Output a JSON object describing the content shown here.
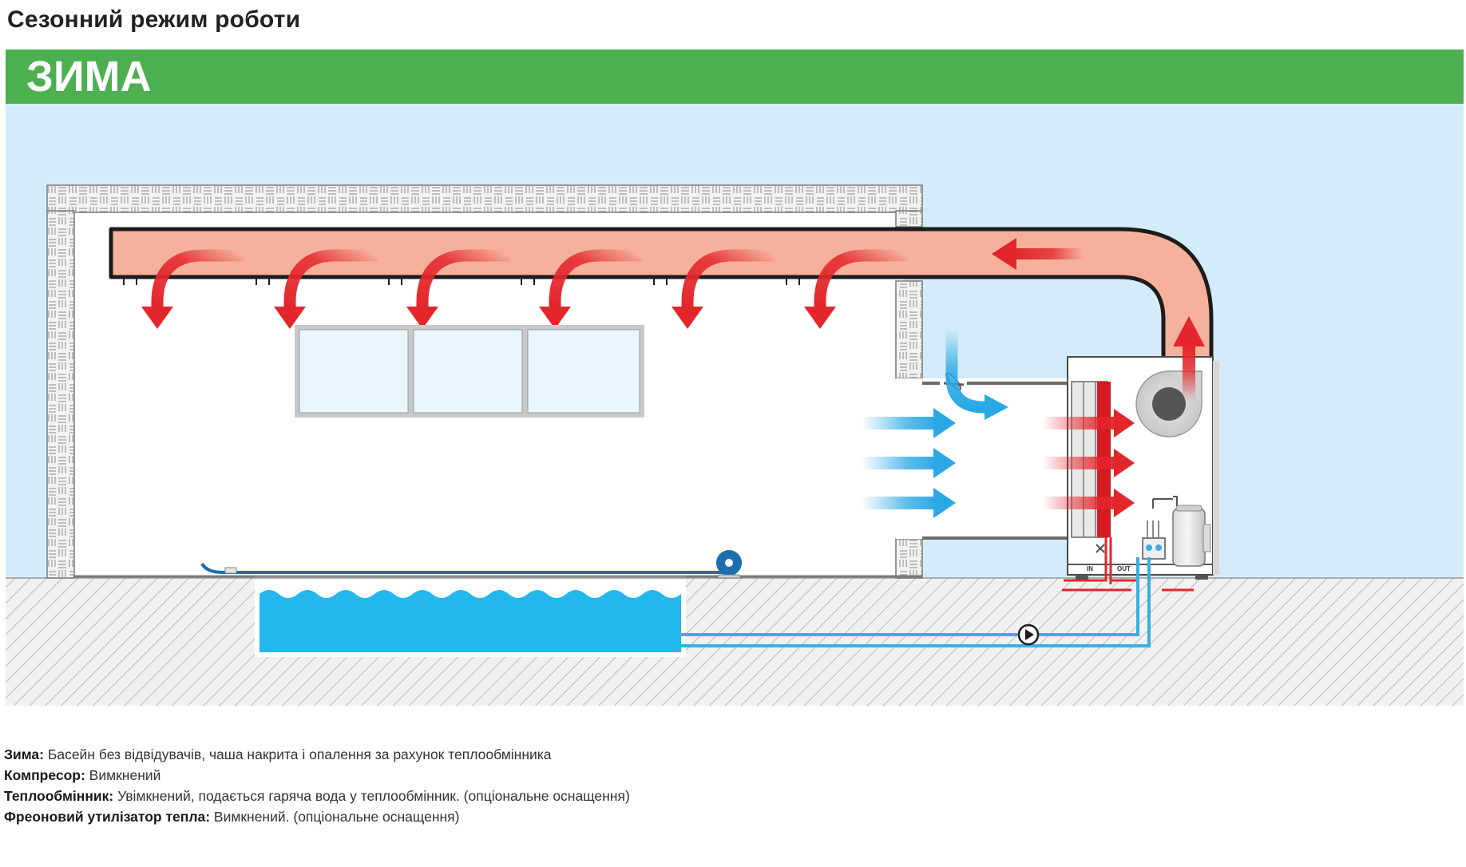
{
  "page": {
    "title": "Сезонний режим роботи"
  },
  "diagram": {
    "season_label": "ЗИМА",
    "port_in_label": "IN",
    "port_out_label": "OUT"
  },
  "legend": [
    {
      "term": "Зима:",
      "text": " Басейн без відвідувачів, чаша накрита і опалення за рахунок теплообмінника"
    },
    {
      "term": "Компресор:",
      "text": " Вимкнений"
    },
    {
      "term": "Теплообмінник:",
      "text": " Увімкнений, подається гаряча вода у теплообмінник. (опціональне оснащення)"
    },
    {
      "term": "Фреоновий утилізатор тепла:",
      "text": " Вимкнений. (опціональне оснащення)"
    }
  ],
  "colors": {
    "banner_green": "#4caf50",
    "sky_blue": "#d4ecf9",
    "duct_salmon": "#f6b19d",
    "hot_air_red": "#e3262b",
    "cool_air_blue": "#2aa8e6",
    "pool_water": "#22b8ee",
    "pipe_blue": "#3aaee0"
  }
}
